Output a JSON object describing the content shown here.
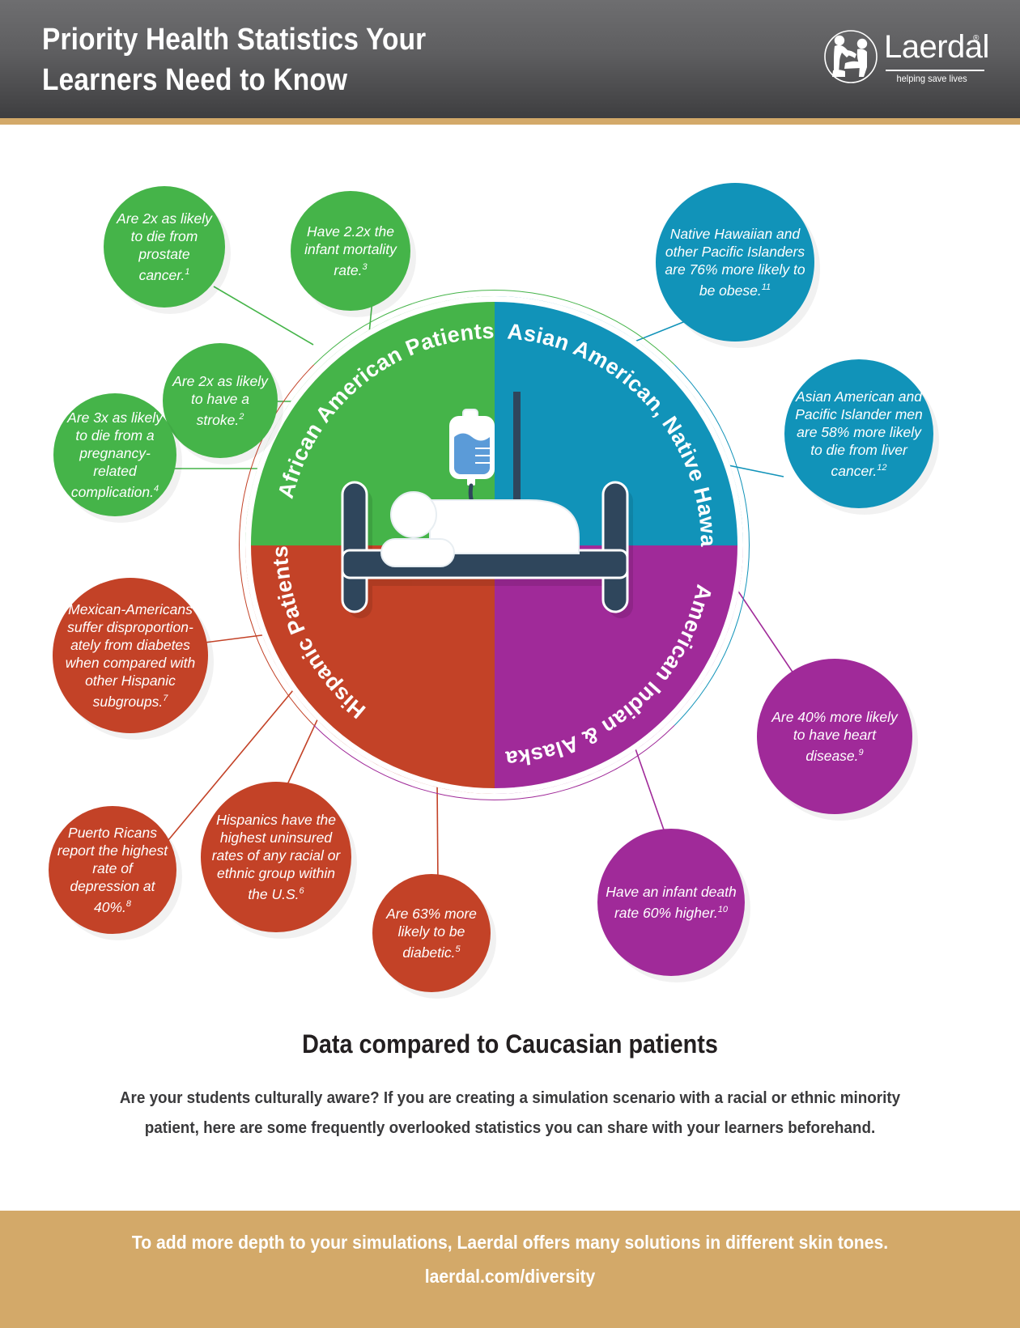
{
  "header": {
    "title": "Priority Health Statistics Your Learners Need to Know",
    "logo_wordmark": "Laerdal",
    "logo_registered": "®",
    "logo_tagline": "helping save lives"
  },
  "colors": {
    "green": "#45b449",
    "blue": "#1193b9",
    "red": "#c34227",
    "purple": "#a02a99",
    "header_gray": "#5e5e60",
    "accent_tan": "#d3a969",
    "bed_navy": "#2f465c"
  },
  "wheel": {
    "quadrants": [
      {
        "id": "african-american",
        "label": "African American Patients...",
        "color": "#45b449"
      },
      {
        "id": "asian-american",
        "label": "Asian American, Native Hawaiian, & Pacific Islander Patients...",
        "color": "#1193b9"
      },
      {
        "id": "hispanic",
        "label": "Hispanic Patients...",
        "color": "#c34227"
      },
      {
        "id": "american-indian",
        "label": "American Indian & Alaska Native Patients...",
        "color": "#a02a99"
      }
    ],
    "center_illustration": "hospital-bed-with-iv-drip"
  },
  "bubbles": [
    {
      "id": "prostate-cancer",
      "group": "african-american",
      "text": "Are 2x as likely to die from prostate cancer.",
      "footnote": "1"
    },
    {
      "id": "infant-mortality",
      "group": "african-american",
      "text": "Have 2.2x the infant mortality rate.",
      "footnote": "3"
    },
    {
      "id": "stroke",
      "group": "african-american",
      "text": "Are 2x as likely to have a stroke.",
      "footnote": "2"
    },
    {
      "id": "pregnancy-complication",
      "group": "african-american",
      "text": "Are 3x as likely to die from a pregnancy-related complication.",
      "footnote": "4"
    },
    {
      "id": "pacific-islander-obese",
      "group": "asian-american",
      "text": "Native Hawaiian and other Pacific Islanders are 76% more likely to be obese.",
      "footnote": "11"
    },
    {
      "id": "liver-cancer",
      "group": "asian-american",
      "text": "Asian American and Pacific Islander men are 58% more likely to die from liver cancer.",
      "footnote": "12"
    },
    {
      "id": "mexican-diabetes",
      "group": "hispanic",
      "text": "Mexican-Americans suffer disproportion-ately from diabetes when compared with other Hispanic subgroups.",
      "footnote": "7"
    },
    {
      "id": "puerto-rican-depression",
      "group": "hispanic",
      "text": "Puerto Ricans report the highest rate of depression at 40%.",
      "footnote": "8"
    },
    {
      "id": "hispanic-uninsured",
      "group": "hispanic",
      "text": "Hispanics have the highest uninsured rates of any racial or ethnic group within the U.S.",
      "footnote": "6"
    },
    {
      "id": "hispanic-diabetic",
      "group": "hispanic",
      "text": "Are 63% more likely to be diabetic.",
      "footnote": "5"
    },
    {
      "id": "heart-disease",
      "group": "american-indian",
      "text": "Are 40% more likely to have heart disease.",
      "footnote": "9"
    },
    {
      "id": "infant-death-rate",
      "group": "american-indian",
      "text": "Have an infant death rate 60% higher.",
      "footnote": "10"
    }
  ],
  "footer_note": {
    "heading": "Data compared to Caucasian patients",
    "paragraph": "Are your students culturally aware? If you are creating a simulation scenario with a racial or ethnic minority patient, here are some frequently overlooked statistics you can share with your learners beforehand."
  },
  "footer_band": {
    "line1": "To add more depth to your simulations, Laerdal offers many solutions in different skin tones.",
    "line2": "laerdal.com/diversity"
  }
}
